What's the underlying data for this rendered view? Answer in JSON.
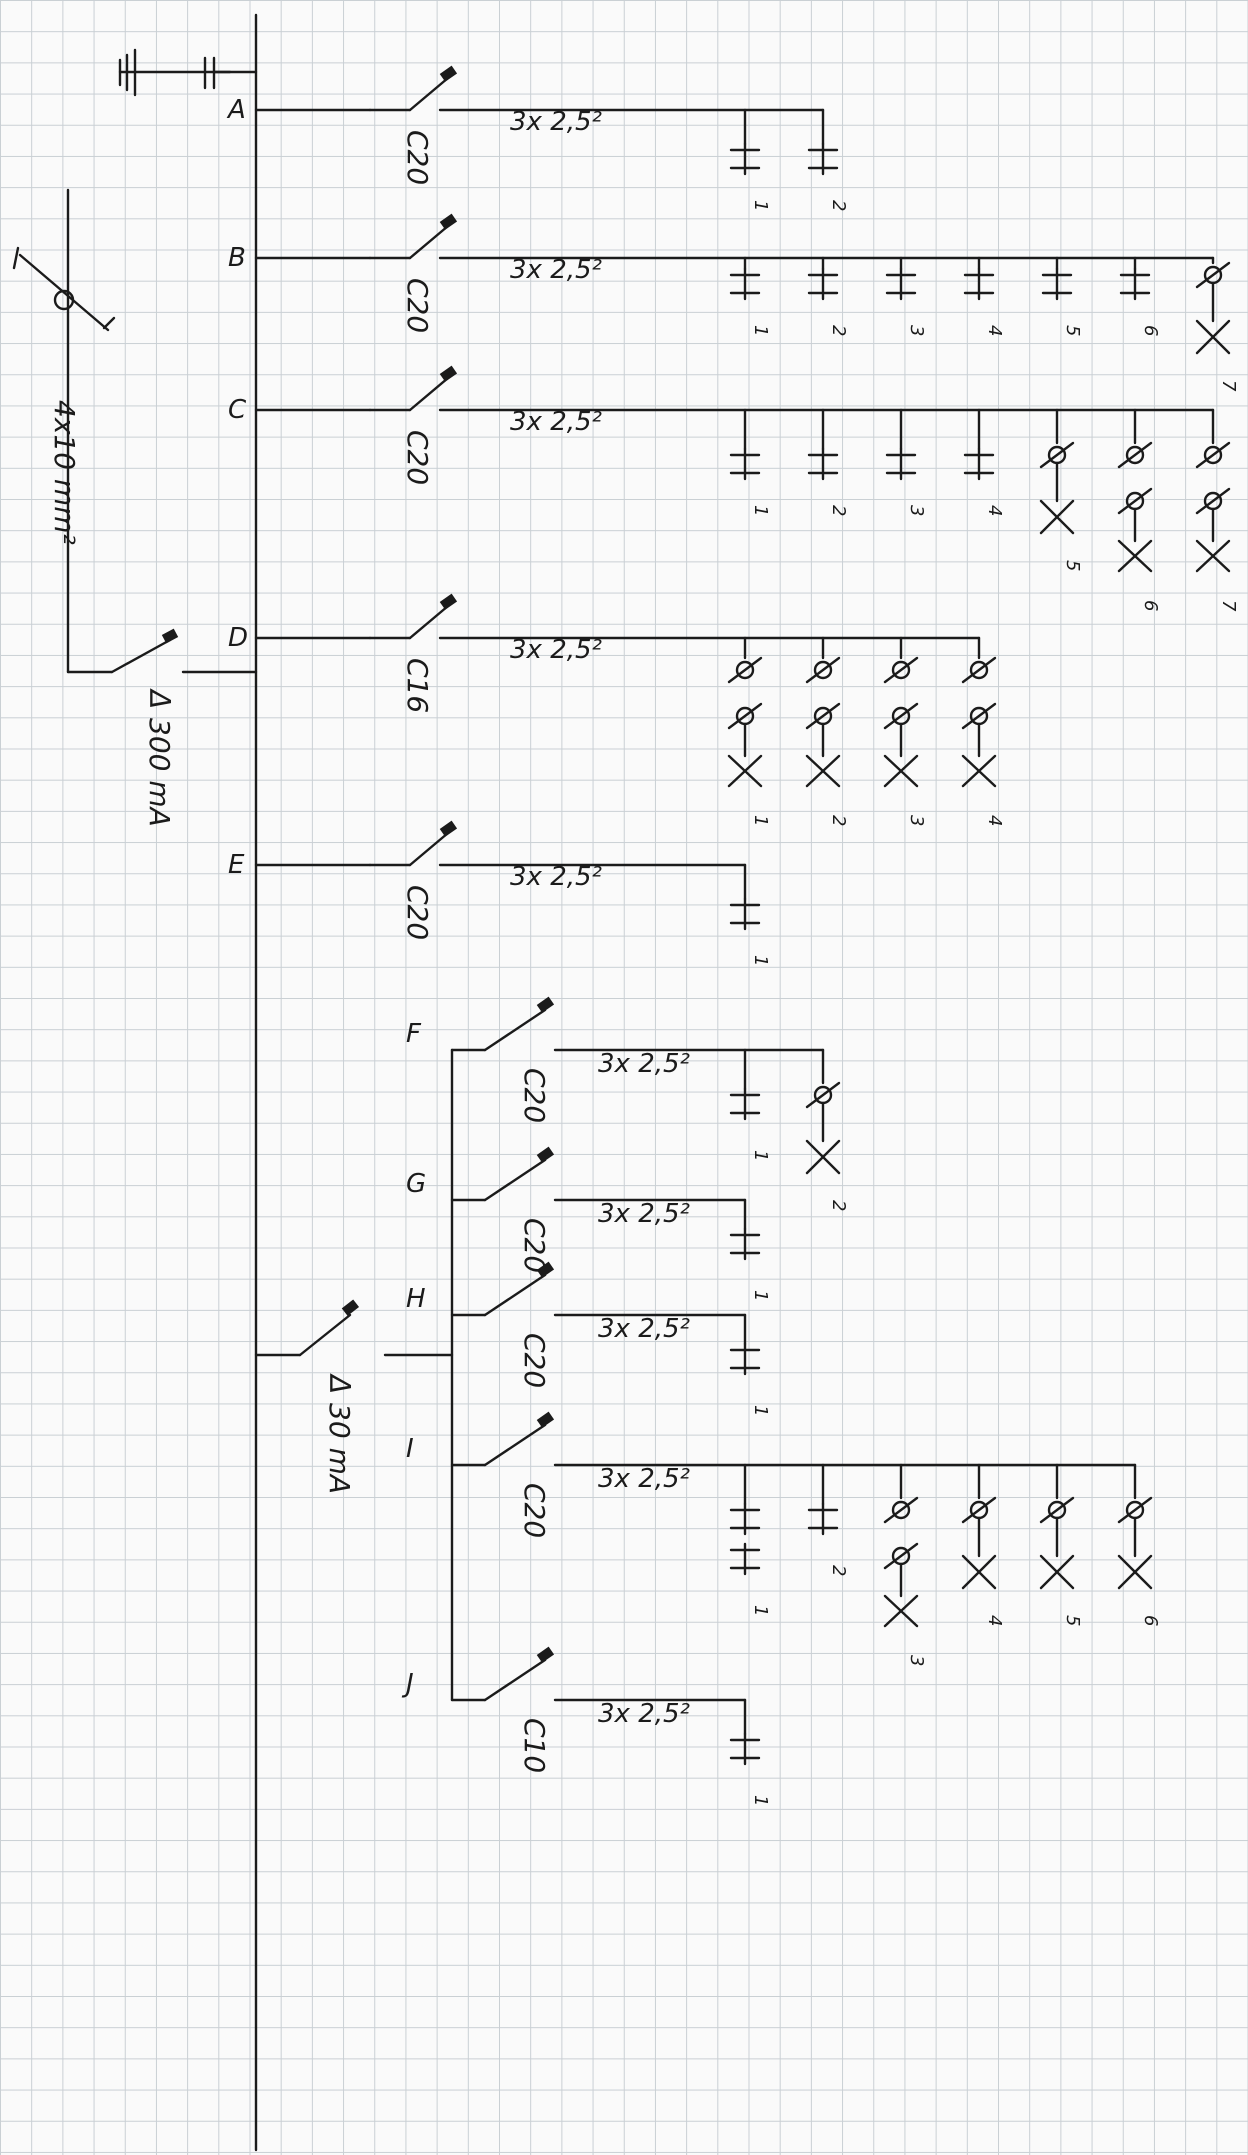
{
  "ground_symbol": "earth-ground-icon",
  "main_cable": "4x10 mm²",
  "main_rcd": "Δ 300 mA",
  "sub_rcd": "Δ 30 mA",
  "circuits": [
    {
      "id": "A",
      "breaker": "C20",
      "cable": "3x 2,5²",
      "loads": [
        "socket",
        "socket"
      ],
      "load_labels": [
        "1",
        "2"
      ]
    },
    {
      "id": "B",
      "breaker": "C20",
      "cable": "3x 2,5²",
      "loads": [
        "socket",
        "socket",
        "socket",
        "socket",
        "socket",
        "socket",
        "lamp-1"
      ],
      "load_labels": [
        "1",
        "2",
        "3",
        "4",
        "5",
        "6",
        "7"
      ]
    },
    {
      "id": "C",
      "breaker": "C20",
      "cable": "3x 2,5²",
      "loads": [
        "socket",
        "socket",
        "socket",
        "socket",
        "lamp-1",
        "lamp-2",
        "lamp-2"
      ],
      "load_labels": [
        "1",
        "2",
        "3",
        "4",
        "5",
        "6",
        "7"
      ]
    },
    {
      "id": "D",
      "breaker": "C16",
      "cable": "3x 2,5²",
      "loads": [
        "lamp-2",
        "lamp-2",
        "lamp-2",
        "lamp-2"
      ],
      "load_labels": [
        "1",
        "2",
        "3",
        "4"
      ]
    },
    {
      "id": "E",
      "breaker": "C20",
      "cable": "3x 2,5²",
      "loads": [
        "socket"
      ],
      "load_labels": [
        "1"
      ]
    },
    {
      "id": "F",
      "breaker": "C20",
      "cable": "3x 2,5²",
      "loads": [
        "socket",
        "lamp-1"
      ],
      "load_labels": [
        "1",
        "2"
      ]
    },
    {
      "id": "G",
      "breaker": "C20",
      "cable": "3x 2,5²",
      "loads": [
        "socket"
      ],
      "load_labels": [
        "1"
      ]
    },
    {
      "id": "H",
      "breaker": "C20",
      "cable": "3x 2,5²",
      "loads": [
        "socket"
      ],
      "load_labels": [
        "1"
      ]
    },
    {
      "id": "I",
      "breaker": "C20",
      "cable": "3x 2,5²",
      "loads": [
        "socket2",
        "socket",
        "lamp-2",
        "lamp-1",
        "lamp-1",
        "lamp-1"
      ],
      "load_labels": [
        "1",
        "2",
        "3",
        "4",
        "5",
        "6"
      ]
    },
    {
      "id": "J",
      "breaker": "C10",
      "cable": "3x 2,5²",
      "loads": [
        "socket"
      ],
      "load_labels": [
        "1"
      ]
    }
  ]
}
